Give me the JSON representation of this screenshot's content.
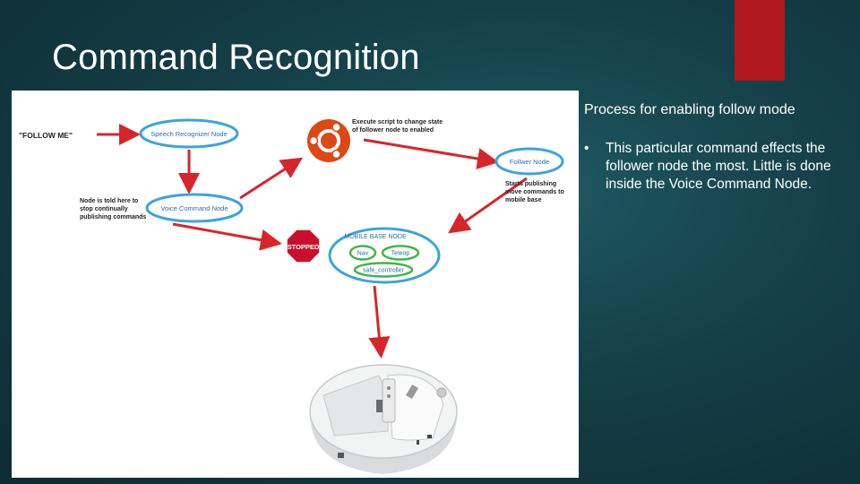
{
  "slide": {
    "title": "Command Recognition"
  },
  "diagram": {
    "follow_me_label": "\"FOLLOW ME\"",
    "speech_node": "Speech Recognizer Node",
    "voice_node": "Voice Command Node",
    "follower_node": "Follwer Node",
    "mobile_base_node": "MOBILE BASE NODE",
    "nav_label": "Nav",
    "teleop_label": "Teleop",
    "safe_controller_label": "safe_controller",
    "stopped_sign": "STOPPED",
    "execute_note_line1": "Execute script to change state",
    "execute_note_line2": "of follower node to enabled",
    "node_told_line1": "Node is told here to",
    "node_told_line2": "stop continually",
    "node_told_line3": "publishing commands",
    "starts_pub_line1": "Starts publishing",
    "starts_pub_line2": "move commands to",
    "starts_pub_line3": "mobile base",
    "colors": {
      "arrow": "#d6262b",
      "node_outline": "#3aa5dc",
      "base_outline": "#44b548",
      "ubuntu": "#dd4814"
    },
    "icons": [
      "ubuntu-logo-icon",
      "stop-sign-icon",
      "robot-base-image"
    ]
  },
  "side_panel": {
    "heading": "Process for enabling follow mode",
    "bullets": [
      "This particular command effects the follower node the most. Little is done inside the Voice Command Node."
    ]
  }
}
